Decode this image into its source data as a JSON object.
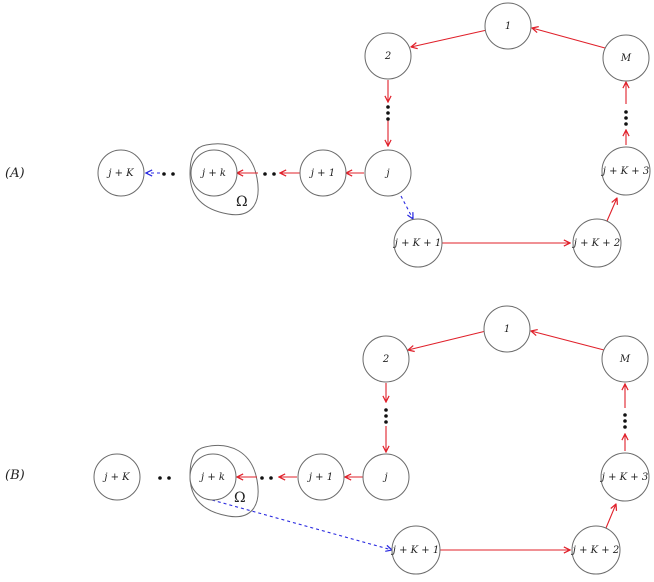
{
  "panels": [
    {
      "label": "(A)",
      "nodes": {
        "n1": "1",
        "n2": "2",
        "nM": "M",
        "nj": "j",
        "nj1": "j + 1",
        "njk": "j + k",
        "njK": "j + K",
        "nK1": "j + K + 1",
        "nK2": "j + K + 2",
        "nK3": "j + K + 3"
      },
      "omega": "Ω"
    },
    {
      "label": "(B)",
      "nodes": {
        "n1": "1",
        "n2": "2",
        "nM": "M",
        "nj": "j",
        "nj1": "j + 1",
        "njk": "j + k",
        "njK": "j + K",
        "nK1": "j + K + 1",
        "nK2": "j + K + 2",
        "nK3": "j + K + 3"
      },
      "omega": "Ω"
    }
  ],
  "colors": {
    "red_edge": "#e0202a",
    "blue_edge": "#2a2ae0",
    "node_stroke": "#6b6b6b"
  }
}
